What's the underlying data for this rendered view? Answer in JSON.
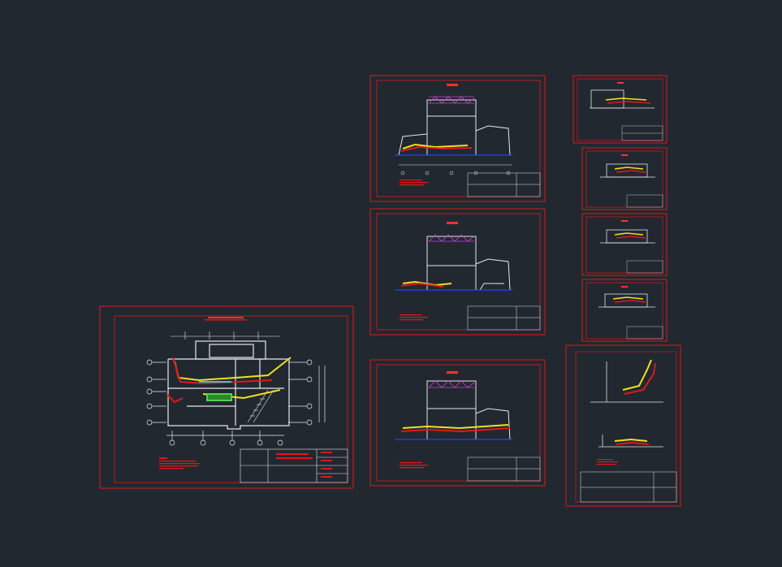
{
  "app": {
    "view": "CAD model space",
    "background": "#212830"
  },
  "colors": {
    "frame": "#e01818",
    "walls": "#e8e8e8",
    "piping": "#f0e020",
    "roof": "#d040d0",
    "ground": "#2040ff",
    "accent": "#20d0d0"
  },
  "sheets": [
    {
      "id": "floor-plan",
      "kind": "plan"
    },
    {
      "id": "section-1",
      "kind": "section"
    },
    {
      "id": "section-2",
      "kind": "section"
    },
    {
      "id": "section-3",
      "kind": "section"
    },
    {
      "id": "detail-1",
      "kind": "detail"
    },
    {
      "id": "detail-2",
      "kind": "detail"
    },
    {
      "id": "detail-3",
      "kind": "detail"
    },
    {
      "id": "detail-4",
      "kind": "detail"
    },
    {
      "id": "detail-5",
      "kind": "detail"
    }
  ]
}
